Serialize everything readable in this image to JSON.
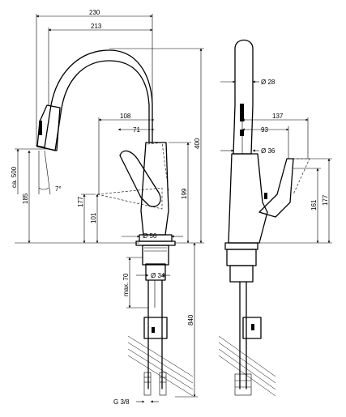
{
  "dimensions": {
    "width_230": "230",
    "width_213": "213",
    "height_400": "400",
    "dia_28": "Ø 28",
    "w_137": "137",
    "w_93": "93",
    "dia_36": "Ø 36",
    "w_108": "108",
    "w_71": "71",
    "h_ca500": "ca. 500",
    "angle_7": "7°",
    "h_185": "185",
    "h_177_left": "177",
    "h_101": "101",
    "h_199": "199",
    "dia_56": "Ø 56",
    "h_161": "161",
    "h_177_right": "177",
    "max_70": "max. 70",
    "dia_34": "Ø 34",
    "h_840": "840",
    "thread_g38": "G 3/8"
  }
}
